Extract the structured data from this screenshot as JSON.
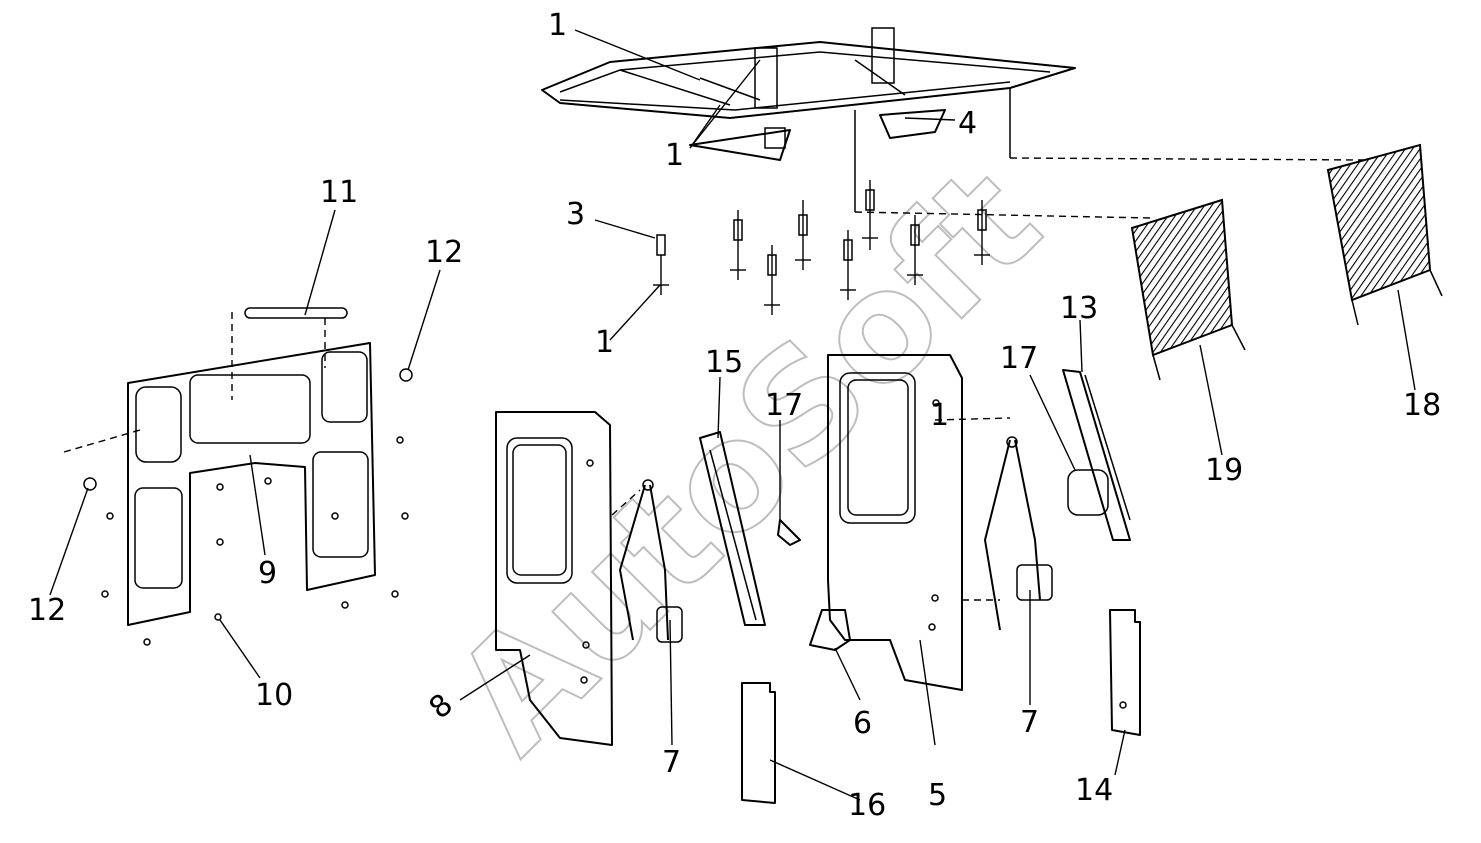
{
  "watermark": "AutoSoft",
  "labels": {
    "l1a": "1",
    "l1b": "1",
    "l1c": "1",
    "l1d": "1",
    "l3": "3",
    "l4": "4",
    "l5": "5",
    "l6": "6",
    "l7a": "7",
    "l7b": "7",
    "l8": "8",
    "l9": "9",
    "l10": "10",
    "l11": "11",
    "l12a": "12",
    "l12b": "12",
    "l13": "13",
    "l14": "14",
    "l15": "15",
    "l16": "16",
    "l17a": "17",
    "l17b": "17",
    "l18": "18",
    "l19": "19"
  }
}
